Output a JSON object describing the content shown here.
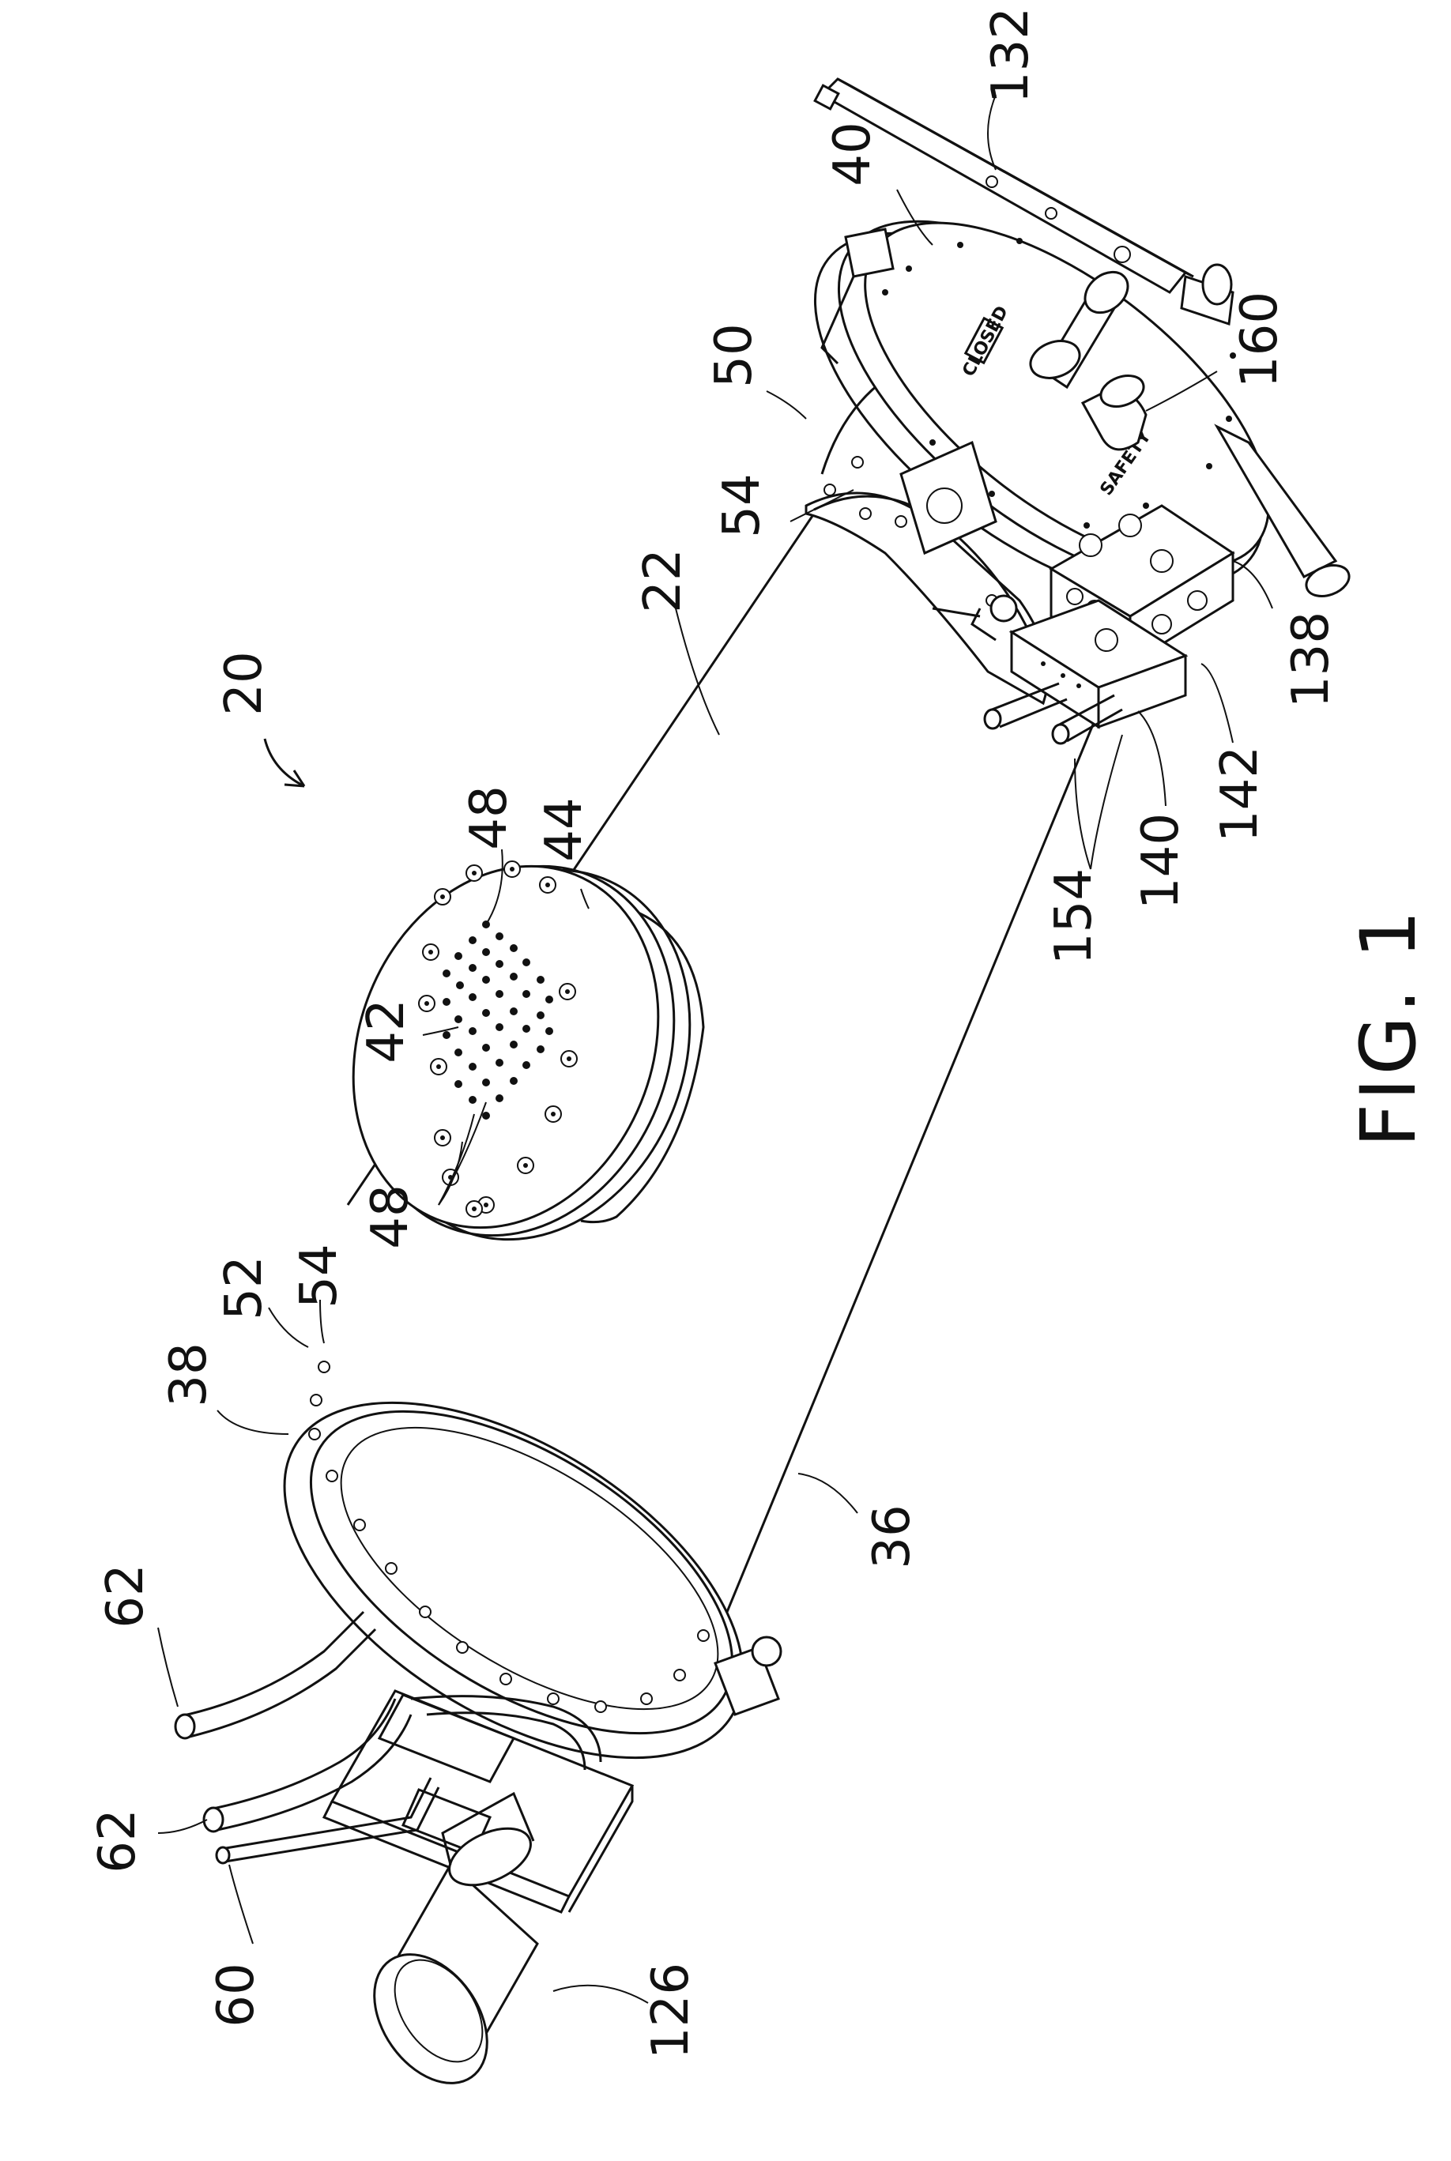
{
  "figure": {
    "caption": "FIG. 1",
    "reference_numerals": {
      "r20": "20",
      "r22": "22",
      "r36": "36",
      "r38": "38",
      "r40": "40",
      "r42": "42",
      "r44": "44",
      "r48a": "48",
      "r48b": "48",
      "r50": "50",
      "r52": "52",
      "r54a": "54",
      "r54b": "54",
      "r60": "60",
      "r62a": "62",
      "r62b": "62",
      "r126": "126",
      "r132": "132",
      "r138": "138",
      "r140": "140",
      "r142": "142",
      "r154": "154",
      "r160": "160"
    },
    "panel_markings": {
      "closed": "CLOSED",
      "safety": "SAFETY"
    }
  }
}
